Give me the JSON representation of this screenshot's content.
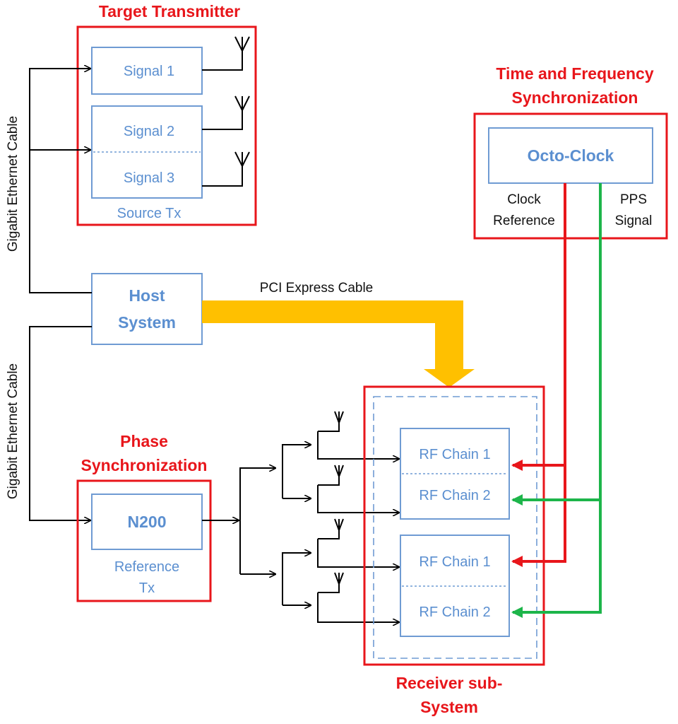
{
  "colors": {
    "red": "#e8161b",
    "blue": "#5b8fd0",
    "green": "#1db54a",
    "orange": "#ffc000",
    "black": "#000000"
  },
  "target_transmitter": {
    "title": "Target Transmitter",
    "signal1": "Signal 1",
    "signal2": "Signal 2",
    "signal3": "Signal 3",
    "source_label": "Source Tx"
  },
  "time_sync": {
    "title_line1": "Time and Frequency",
    "title_line2": "Synchronization",
    "octo_clock": "Octo-Clock",
    "clock_line1": "Clock",
    "clock_line2": "Reference",
    "pps_line1": "PPS",
    "pps_line2": "Signal"
  },
  "host": {
    "line1": "Host",
    "line2": "System"
  },
  "cables": {
    "gigabit_top": "Gigabit Ethernet Cable",
    "gigabit_bottom": "Gigabit Ethernet Cable",
    "pci": "PCI Express Cable"
  },
  "phase_sync": {
    "title_line1": "Phase",
    "title_line2": "Synchronization",
    "n200": "N200",
    "ref_line1": "Reference",
    "ref_line2": "Tx"
  },
  "receiver": {
    "title_line1": "Receiver sub-",
    "title_line2": "System",
    "chains": [
      "RF Chain 1",
      "RF Chain 2",
      "RF Chain 1",
      "RF Chain 2"
    ]
  },
  "icons": [
    "antenna-icon",
    "arrow-icon"
  ]
}
